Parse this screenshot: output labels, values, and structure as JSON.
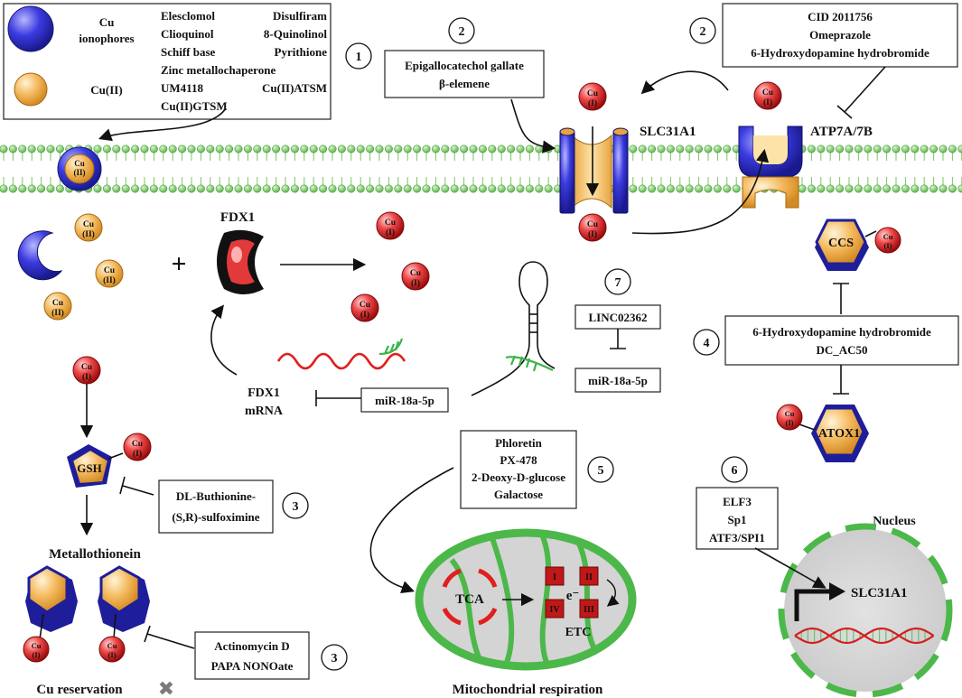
{
  "ionophores": {
    "legend_ionophore": "Cu ionophores",
    "legend_cu": "Cu(II)",
    "col1": [
      "Elesclomol",
      "Clioquinol",
      "Schiff base"
    ],
    "col2": [
      "Disulfiram",
      "8-Quinolinol",
      "Pyrithione"
    ],
    "zinc": "Zinc metallochaperone",
    "um4118": "UM4118",
    "atsm": "Cu(II)ATSM",
    "gtsm": "Cu(II)GTSM",
    "num": "1"
  },
  "membrane": {
    "egcg_lines": [
      "Epigallocatechol gallate",
      "β-elemene"
    ],
    "egcg_num": "2",
    "cid_lines": [
      "CID 2011756",
      "Omeprazole",
      "6-Hydroxydopamine hydrobromide"
    ],
    "cid_num": "2",
    "slc": "SLC31A1",
    "atp": "ATP7A/7B"
  },
  "cu": {
    "top": "Cu",
    "cu1": "(I)",
    "cu2": "(II)"
  },
  "fdx": {
    "fdx1": "FDX1",
    "plus": "+",
    "mrna_lines": [
      "FDX1",
      "mRNA"
    ],
    "mir_left": "miR-18a-5p",
    "mir_right": "miR-18a-5p",
    "linc": "LINC02362",
    "num": "7"
  },
  "chaperones": {
    "ccs": "CCS",
    "atox": "ATOX1",
    "inhib_lines": [
      "6-Hydroxydopamine hydrobromide",
      "DC_AC50"
    ],
    "num": "4"
  },
  "gsh": {
    "gsh": "GSH",
    "bso_lines": [
      "DL-Buthionine-",
      "(S,R)-sulfoximine"
    ],
    "bso_num": "3",
    "mt": "Metallothionein",
    "act_lines": [
      "Actinomycin D",
      "PAPA NONOate"
    ],
    "act_num": "3",
    "reservation": "Cu reservation",
    "cross": "✖"
  },
  "mito": {
    "inhib_lines": [
      "Phloretin",
      "PX-478",
      "2-Deoxy-D-glucose",
      "Galactose"
    ],
    "num": "5",
    "tca": "TCA",
    "complexes": [
      "I",
      "II",
      "IV",
      "III"
    ],
    "electron": "e⁻",
    "etc": "ETC",
    "caption": "Mitochondrial respiration"
  },
  "nucleus": {
    "tf_lines": [
      "ELF3",
      "Sp1",
      "ATF3/SPI1"
    ],
    "num": "6",
    "title": "Nucleus",
    "gene": "SLC31A1"
  },
  "colors": {
    "blue": "#2323b8",
    "orange": "#f4b860",
    "red": "#d42020",
    "green": "#58b84a",
    "grey": "#d3d3d3"
  }
}
